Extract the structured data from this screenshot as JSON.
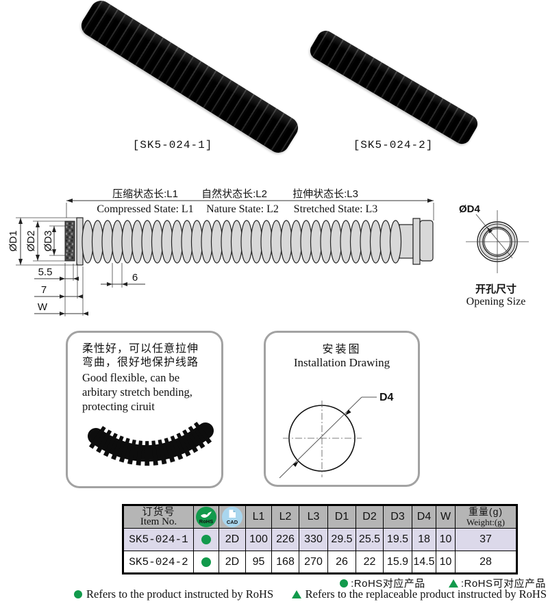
{
  "products": [
    {
      "label": "[SK5-024-1]"
    },
    {
      "label": "[SK5-024-2]"
    }
  ],
  "drawing": {
    "states": [
      {
        "zh": "压缩状态长:L1",
        "en": "Compressed State: L1"
      },
      {
        "zh": "自然状态长:L2",
        "en": "Nature State: L2"
      },
      {
        "zh": "拉伸状态长:L3",
        "en": "Stretched State: L3"
      }
    ],
    "dims": {
      "d1": "ØD1",
      "d2": "ØD2",
      "d3": "ØD3",
      "d4": "ØD4",
      "len55": "5.5",
      "len7": "7",
      "lenW": "W",
      "pitch": "6"
    },
    "opening": {
      "zh": "开孔尺寸",
      "en": "Opening Size"
    }
  },
  "feature_box": {
    "zh1": "柔性好，可以任意拉伸",
    "zh2": "弯曲，很好地保护线路",
    "en1": "Good flexible, can be",
    "en2": "arbitary stretch bending,",
    "en3": "protecting ciruit"
  },
  "install_box": {
    "zh": "安装图",
    "en": "Installation Drawing",
    "dim": "D4"
  },
  "table": {
    "header": {
      "item_zh": "订货号",
      "item_en": "Item No.",
      "rohs_icon_text": "RoHS",
      "cad_icon_text": "CAD",
      "cols": [
        "L1",
        "L2",
        "L3",
        "D1",
        "D2",
        "D3",
        "D4",
        "W"
      ],
      "weight_zh": "重量(g)",
      "weight_en": "Weight:(g)"
    },
    "rows": [
      {
        "item": "SK5-024-1",
        "cad": "2D",
        "values": [
          "100",
          "226",
          "330",
          "29.5",
          "25.5",
          "19.5",
          "18",
          "10"
        ],
        "weight": "37"
      },
      {
        "item": "SK5-024-2",
        "cad": "2D",
        "values": [
          "95",
          "168",
          "270",
          "26",
          "22",
          "15.9",
          "14.5",
          "10"
        ],
        "weight": "28"
      }
    ]
  },
  "legend": {
    "zh_dot": ":RoHS对应产品",
    "zh_tri": ":RoHS可对应产品",
    "en_dot": "Refers to the product instructed by RoHS",
    "en_tri": "Refers to the replaceable product instructed by RoHS"
  },
  "colors": {
    "green": "#129a4c",
    "cad_blue": "#a9d6ee",
    "row_lavender": "#dcd9ea",
    "header_gray": "#b5b5b5",
    "drawing_fill": "#d8d8d8"
  }
}
